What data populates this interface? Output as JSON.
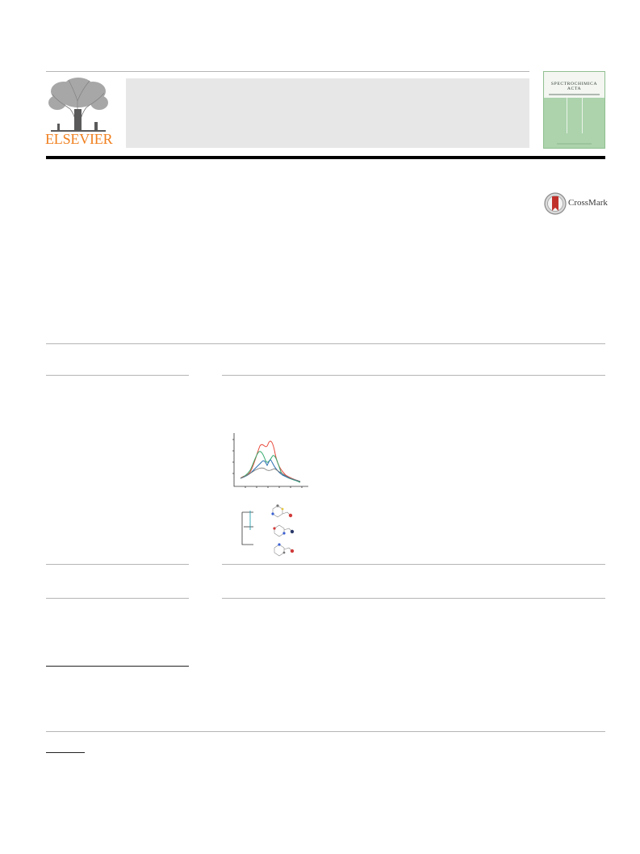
{
  "journal_header": {
    "publisher_wordmark": "ELSEVIER",
    "cover_title": "SPECTROCHIMICA ACTA",
    "colors": {
      "publisher_orange": "#f07f1e",
      "cover_green": "#acd3ac",
      "header_band": "#e7e7e7"
    }
  },
  "crossmark": {
    "label": "CrossMark",
    "icon": "crossmark-icon",
    "colors": {
      "ring": "#8a8a8a",
      "ribbon": "#c0302b"
    }
  },
  "graphical_abstract": {
    "spectrum_icon": "spectrum-plot-icon",
    "structures_icon": "molecular-structures-icon",
    "curve_colors": {
      "red": "#e8483a",
      "green": "#2fa86a",
      "blue": "#2a6fb0",
      "grey": "#777777"
    }
  }
}
